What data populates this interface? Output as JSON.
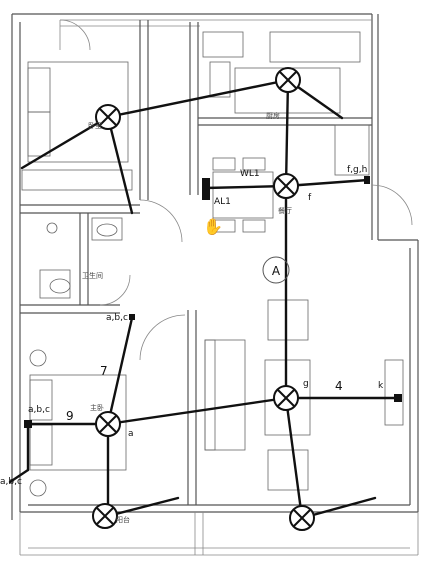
{
  "labels": {
    "bedroom_main": "主卧",
    "bedroom_small": "卧室",
    "kitchen": "厨房",
    "dining": "餐厅",
    "bathroom": "卫生间",
    "balcony": "阳台",
    "axis": "A",
    "panel": "AL1",
    "panel_wl": "WL1",
    "sw_fgh": "f,g,h",
    "sw_abc_mid": "a,b,c",
    "sw_abc_left": "a,b,c",
    "sw_abc_lower": "a,b,c",
    "circ_f": "f",
    "circ_g": "g",
    "circ_k": "k",
    "circ_a": "a",
    "num_7": "7",
    "num_4": "4",
    "num_9": "9"
  },
  "colors": {
    "line": "#111111",
    "wall": "#555555",
    "furniture": "#666666",
    "background": "#ffffff"
  }
}
